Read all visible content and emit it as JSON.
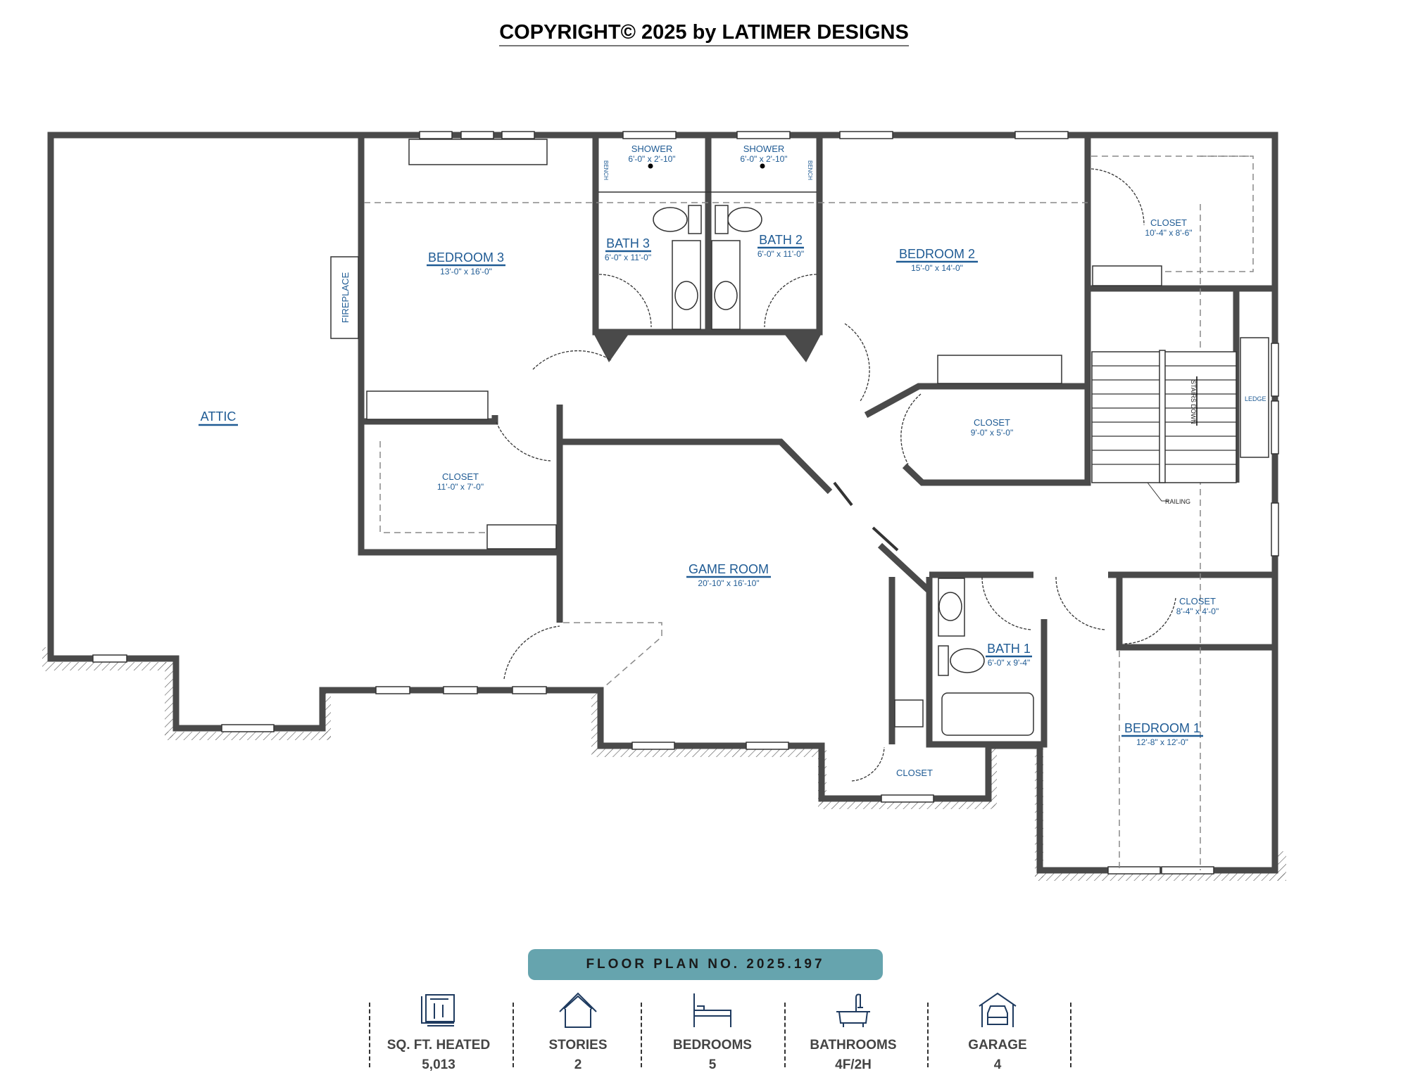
{
  "header": {
    "title": "COPYRIGHT© 2025 by LATIMER DESIGNS"
  },
  "rooms": {
    "attic": {
      "name": "ATTIC"
    },
    "bedroom3": {
      "name": "BEDROOM 3",
      "dims": "13'-0\" x 16'-0\""
    },
    "bath3": {
      "name": "BATH 3",
      "dims": "6'-0\" x 11'-0\""
    },
    "bath2": {
      "name": "BATH 2",
      "dims": "6'-0\" x 11'-0\""
    },
    "shower3": {
      "name": "SHOWER",
      "dims": "6'-0\" x 2'-10\""
    },
    "shower2": {
      "name": "SHOWER",
      "dims": "6'-0\" x 2'-10\""
    },
    "bedroom2": {
      "name": "BEDROOM 2",
      "dims": "15'-0\" x 14'-0\""
    },
    "closet_b2": {
      "name": "CLOSET",
      "dims": "10'-4\" x 8'-6\""
    },
    "closet_hall": {
      "name": "CLOSET",
      "dims": "9'-0\" x 5'-0\""
    },
    "closet_b3": {
      "name": "CLOSET",
      "dims": "11'-0\" x 7'-0\""
    },
    "game_room": {
      "name": "GAME ROOM",
      "dims": "20'-10\" x 16'-10\""
    },
    "bath1": {
      "name": "BATH 1",
      "dims": "6'-0\" x 9'-4\""
    },
    "closet_b1": {
      "name": "CLOSET",
      "dims": "8'-4\" x 4'-0\""
    },
    "bedroom1": {
      "name": "BEDROOM 1",
      "dims": "12'-8\" x 12'-0\""
    },
    "closet_game": {
      "name": "CLOSET"
    },
    "fireplace": {
      "name": "FIREPLACE"
    },
    "bench_a": "BENCH",
    "bench_b": "BENCH",
    "stairs": "STAIRS DOWN",
    "ledge": "LEDGE",
    "railing": "RAILING"
  },
  "footer": {
    "plan_number": "FLOOR PLAN NO. 2025.197",
    "stats": [
      {
        "icon": "blueprint-icon",
        "label": "SQ. FT. HEATED",
        "value": "5,013"
      },
      {
        "icon": "house-icon",
        "label": "STORIES",
        "value": "2"
      },
      {
        "icon": "bed-icon",
        "label": "BEDROOMS",
        "value": "5"
      },
      {
        "icon": "bathtub-icon",
        "label": "BATHROOMS",
        "value": "4F/2H"
      },
      {
        "icon": "garage-icon",
        "label": "GARAGE",
        "value": "4"
      }
    ]
  },
  "colors": {
    "wall": "#4a4a4a",
    "label": "#1f5b94",
    "banner": "#66a4ae"
  }
}
